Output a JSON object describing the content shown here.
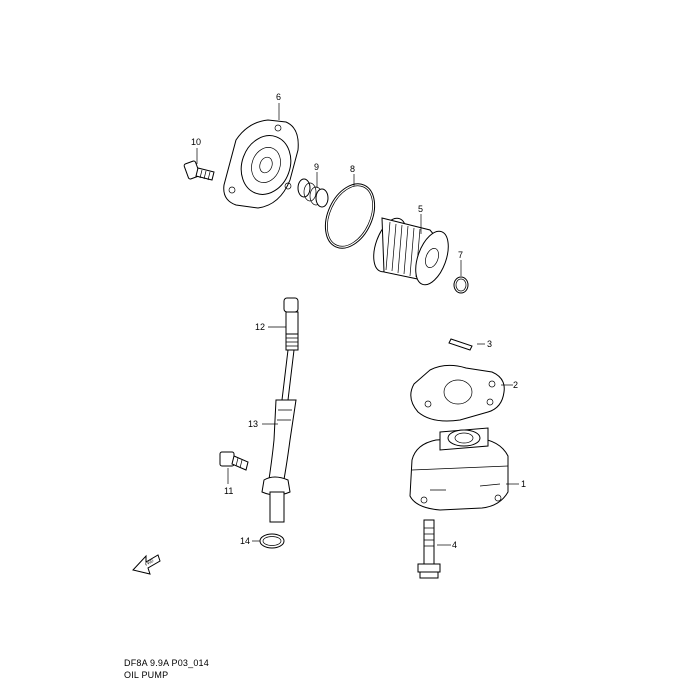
{
  "caption": {
    "code": "DF8A 9.9A P03_014",
    "title": "OIL PUMP"
  },
  "callouts": {
    "p1": "1",
    "p2": "2",
    "p3": "3",
    "p4": "4",
    "p5": "5",
    "p6": "6",
    "p7": "7",
    "p8": "8",
    "p9": "9",
    "p10": "10",
    "p11": "11",
    "p12": "12",
    "p13": "13",
    "p14": "14"
  },
  "fwd_arrow": "FWD"
}
